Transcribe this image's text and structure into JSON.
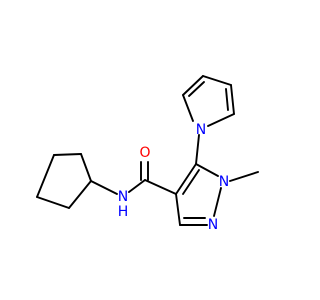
{
  "molecule": {
    "colors": {
      "bond": "#000000",
      "oxygen": "#ff0000",
      "nitrogen": "#0000ff",
      "background": "#ffffff"
    },
    "atoms": {
      "o_carbonyl": "O",
      "n_amide": "N",
      "h_amide": "H",
      "n_pyrazole_1": "N",
      "n_pyrazole_2": "N",
      "n_pyrrole": "N"
    }
  }
}
